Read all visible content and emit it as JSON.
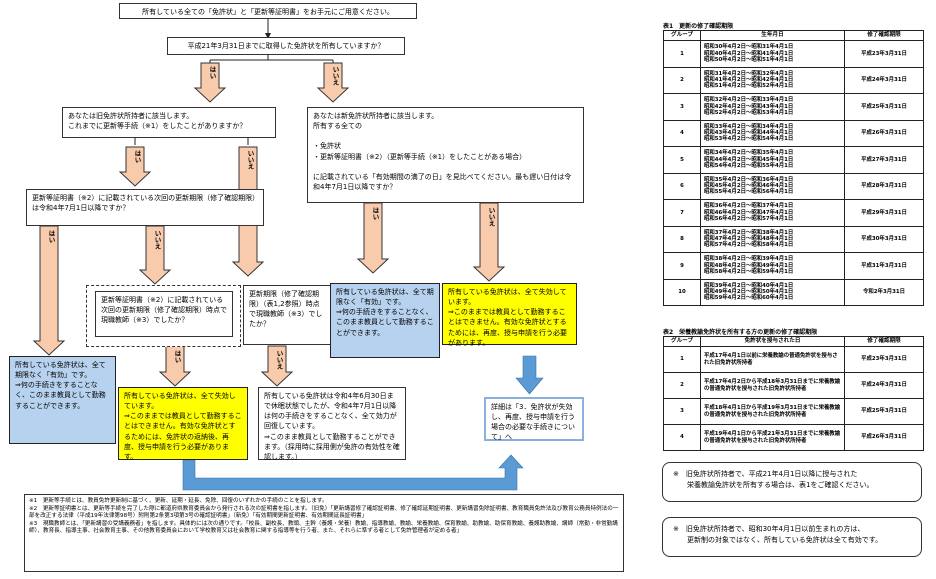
{
  "flow": {
    "top": "所有している全ての「免許状」と「更新等証明書」をお手元にご用意ください。",
    "q1": "平成21年3月31日までに取得した免許状を所有していますか？",
    "yes": "はい",
    "no": "いいえ",
    "old_holder": "あなたは旧免許状所持者に該当します。\nこれまでに更新等手続（※1）をしたことがありますか？",
    "new_holder": "あなたは新免許状所持者に該当します。\n所有する全ての\n\n・免許状\n・更新等証明書（※2）（更新等手続（※1）をしたことがある場合）\n\nに記載されている「有効期間の満了の日」を見比べてください。最も遅い日付は令和4年7月1日以降ですか？",
    "cert_q": "更新等証明書（※2）に記載されている次回の更新期限（修了確認期限）は令和4年7月1日以降ですか？",
    "cert_next": "更新等証明書（※2）に記載されている次回の更新期限（修了確認期限）時点で現職教師（※3）でしたか？",
    "deadline_q": "更新期限（修了確認期限）（表1,2参照）時点で現職教師（※3）でしたか？",
    "valid_left": "所有している免許状は、全て期限なく「有効」です。\n⇒何の手続きをすることなく、このまま教員として勤務することができます。",
    "invalid_center": "所有している免許状は、全て失効しています。\n⇒このままでは教員として勤務することはできません。有効な免許状とするためには、免許状の返納後、再度、授与申請を行う必要があります。",
    "special": "所有している免許状は令和4年6月30日まで休眠状態でしたが、令和4年7月1日以降は何の手続きをすることなく、全て効力が回復しています。\n⇒このまま教員として勤務することができます。（採用時に採用側が免許の有効性を確認します。）",
    "valid_right": "所有している免許状は、全て期限なく「有効」です。\n⇒何の手続きをすることなく、このまま教員として勤務することができます。",
    "invalid_right": "所有している免許状は、全て失効しています。\n⇒このままでは教員として勤務することはできません。有効な免許状とするためには、再度、授与申請を行う必要があります。",
    "detail": "詳細は「3．免許状が失効し、再度、授与申請を行う場合の必要な手続きについて」へ"
  },
  "footnotes": [
    "※1　更新等手続とは、教員免許更新制に基づく、更新、延期・延長、免除、回復のいずれかの手続のことを指します。",
    "※2　更新等証明書とは、更新等手続を完了した際に都道府県教育委員会から発行される次の証明書を指します。（旧免）「更新講習修了確認証明書、修了確認延期証明書、更新講習免除証明書、教育職員免許法及び教育公務員特例法の一部を改正する法律（平成19年法律第98号）附則第2条第3項第3号の確認証明書」（新免）「有効期間更新証明書、有効期間延長証明書」",
    "※3　現職教師とは、「更新講習の受講義務者」を指します。具体的には次の通りです。「校長、副校長、教頭、主幹（養護・栄養）教諭、指導教諭、教諭、栄養教諭、保育教諭、助教諭、助保育教諭、養護助教諭、講師（常勤・非常勤講師）、教育長、指導主事、社会教育主事、その他教育委員会において学校教育又は社会教育に関する指導等を行う者、また、それらに準ずる者として免許管理者が定める者」"
  ],
  "table1": {
    "title": "表1　更新の修了確認期限",
    "headers": [
      "グループ",
      "生年月日",
      "修了確認期限"
    ],
    "rows": [
      {
        "group": "1",
        "births": [
          "昭和30年4月2日～昭和31年4月1日",
          "昭和40年4月2日～昭和41年4月1日",
          "昭和50年4月2日～昭和51年4月1日"
        ],
        "deadline": "平成23年3月31日"
      },
      {
        "group": "2",
        "births": [
          "昭和31年4月2日～昭和32年4月1日",
          "昭和41年4月2日～昭和42年4月1日",
          "昭和51年4月2日～昭和52年4月1日"
        ],
        "deadline": "平成24年3月31日"
      },
      {
        "group": "3",
        "births": [
          "昭和32年4月2日～昭和33年4月1日",
          "昭和42年4月2日～昭和43年4月1日",
          "昭和52年4月2日～昭和53年4月1日"
        ],
        "deadline": "平成25年3月31日"
      },
      {
        "group": "4",
        "births": [
          "昭和33年4月2日～昭和34年4月1日",
          "昭和43年4月2日～昭和44年4月1日",
          "昭和53年4月2日～昭和54年4月1日"
        ],
        "deadline": "平成26年3月31日"
      },
      {
        "group": "5",
        "births": [
          "昭和34年4月2日～昭和35年4月1日",
          "昭和44年4月2日～昭和45年4月1日",
          "昭和54年4月2日～昭和55年4月1日"
        ],
        "deadline": "平成27年3月31日"
      },
      {
        "group": "6",
        "births": [
          "昭和35年4月2日～昭和36年4月1日",
          "昭和45年4月2日～昭和46年4月1日",
          "昭和55年4月2日～昭和56年4月1日"
        ],
        "deadline": "平成28年3月31日"
      },
      {
        "group": "7",
        "births": [
          "昭和36年4月2日～昭和37年4月1日",
          "昭和46年4月2日～昭和47年4月1日",
          "昭和56年4月2日～昭和57年4月1日"
        ],
        "deadline": "平成29年3月31日"
      },
      {
        "group": "8",
        "births": [
          "昭和37年4月2日～昭和38年4月1日",
          "昭和47年4月2日～昭和48年4月1日",
          "昭和57年4月2日～昭和58年4月1日"
        ],
        "deadline": "平成30年3月31日"
      },
      {
        "group": "9",
        "births": [
          "昭和38年4月2日～昭和39年4月1日",
          "昭和48年4月2日～昭和49年4月1日",
          "昭和58年4月2日～昭和59年4月1日"
        ],
        "deadline": "平成31年3月31日"
      },
      {
        "group": "10",
        "births": [
          "昭和39年4月2日～昭和40年4月1日",
          "昭和49年4月2日～昭和50年4月1日",
          "昭和59年4月2日～昭和60年4月1日"
        ],
        "deadline": "令和2年3月31日"
      }
    ]
  },
  "table2": {
    "title": "表2　栄養教諭免許状を所有する方の更新の修了確認期限",
    "headers": [
      "グループ",
      "免許状を授与された日",
      "修了確認期限"
    ],
    "rows": [
      {
        "group": "1",
        "text": "平成17年4月1日以前に栄養教諭の普通免許状を授与された旧免許状所持者",
        "deadline": "平成23年3月31日"
      },
      {
        "group": "2",
        "text": "平成17年4月2日から平成18年3月31日までに栄養教諭の普通免許状を授与された旧免許状所持者",
        "deadline": "平成24年3月31日"
      },
      {
        "group": "3",
        "text": "平成18年4月1日から平成19年3月31日までに栄養教諭の普通免許状を授与された旧免許状所持者",
        "deadline": "平成25年3月31日"
      },
      {
        "group": "4",
        "text": "平成19年4月1日から平成21年3月31日までに栄養教諭の普通免許状を授与された旧免許状所持者",
        "deadline": "平成26年3月31日"
      }
    ]
  },
  "notes": {
    "note1": "※　旧免許状所持者で、平成21年4月1日以降に授与された\n　　栄養教諭免許状を所有する場合は、表1をご確認ください。",
    "note2": "※　旧免許状所持者で、昭和30年4月1日以前生まれの方は、\n　　更新制の対象ではなく、所有している免許状は全て有効です。"
  },
  "colors": {
    "arrow": "#f8cbad",
    "blue_arrow": "#5b9bd5",
    "yellow": "#ffff00",
    "blue_box": "#b7d2ee"
  }
}
